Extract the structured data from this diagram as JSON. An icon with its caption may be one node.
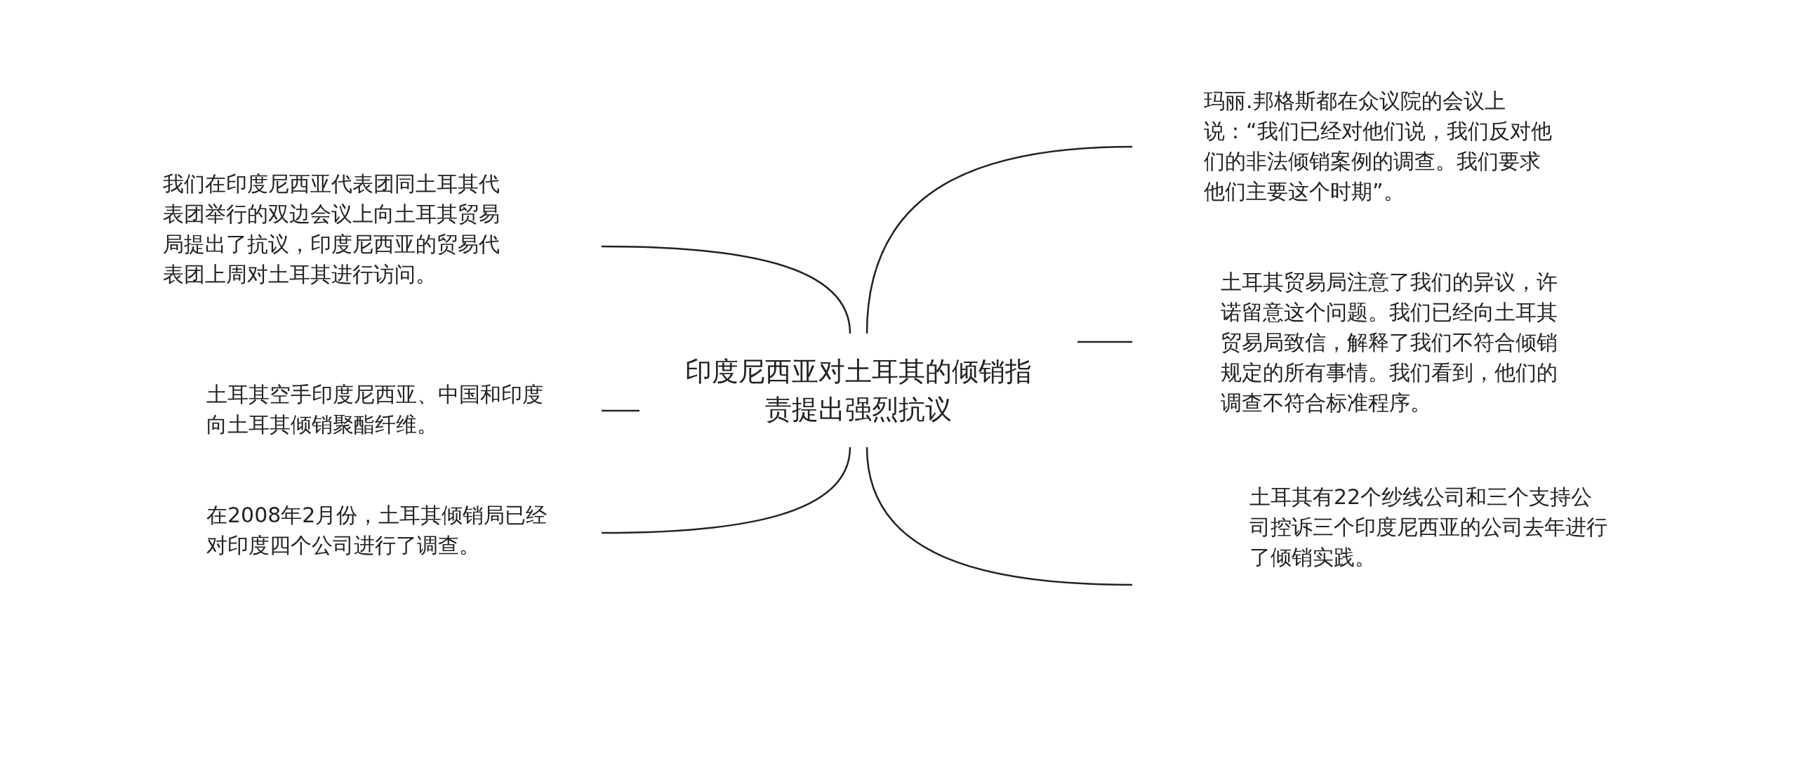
{
  "diagram": {
    "nodes": [
      {
        "text": [
          "印度尼西亚对土耳其的倾销指责提出强烈抗议"
        ]
      },
      {
        "text": [
          "我们在印度尼西亚代表团同土耳其代表团举行的双边会议上向土耳其贸易局提出了抗议，印度尼西亚的贸易代表团上周对土耳其进行访问。"
        ]
      },
      {
        "text": [
          "土耳其空手印度尼西亚、中国和印度向土耳其倾销聚酯纤维。"
        ]
      },
      {
        "text": [
          "在2008年2月份，土耳其倾销局已经对印度四个公司进行了调查。"
        ]
      },
      {
        "text": [
          "玛丽.邦格斯都在众议院的会议上说：“我们已经对他们说，我们反对他们的非法倾销案例的调查。我们要求他们主要这个时期”。"
        ]
      },
      {
        "text": [
          "土耳其贸易局注意了我们的异议，许诺留意这个问题。我们已经向土耳其贸易局致信，解释了我们不符合倾销规定的所有事情。我们看到，他们的调查不符合标准程序。"
        ]
      },
      {
        "text": [
          "土耳其有22个纱线公司和三个支持公司控诉三个印度尼西亚的公司去年进行了倾销实践。"
        ]
      }
    ],
    "edges": [
      {
        "from": 0,
        "to": 1,
        "arrow": "none"
      },
      {
        "from": 0,
        "to": 2,
        "arrow": "none"
      },
      {
        "from": 0,
        "to": 3,
        "arrow": "none"
      },
      {
        "from": 0,
        "to": 4,
        "arrow": "none"
      },
      {
        "from": 0,
        "to": 5,
        "arrow": "none"
      },
      {
        "from": 0,
        "to": 6,
        "arrow": "none"
      }
    ]
  }
}
